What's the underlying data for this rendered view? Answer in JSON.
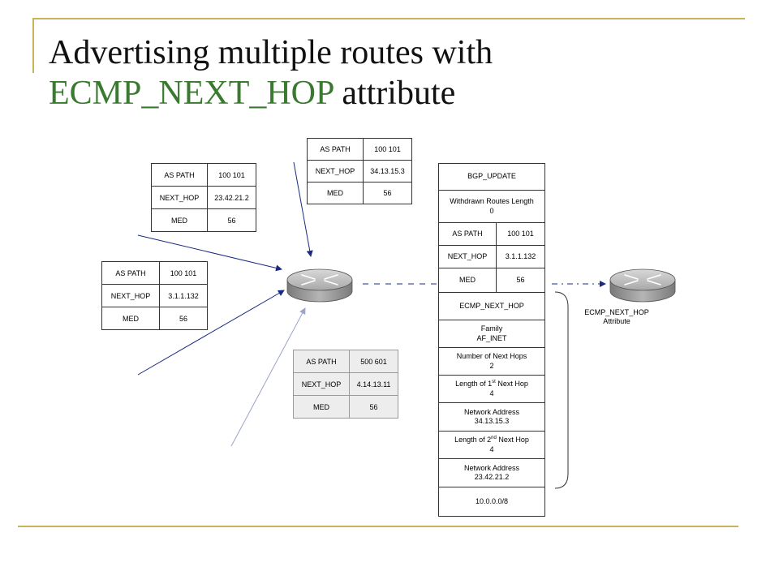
{
  "slide": {
    "title_line1": "Advertising multiple routes with",
    "title_accent": "ECMP_NEXT_HOP",
    "title_tail": " attribute"
  },
  "route_top": {
    "as_path_label": "AS PATH",
    "as_path": "100  101",
    "next_hop_label": "NEXT_HOP",
    "next_hop": "34.13.15.3",
    "med_label": "MED",
    "med": "56"
  },
  "route_left_upper": {
    "as_path_label": "AS PATH",
    "as_path": "100  101",
    "next_hop_label": "NEXT_HOP",
    "next_hop": "23.42.21.2",
    "med_label": "MED",
    "med": "56"
  },
  "route_left_lower": {
    "as_path_label": "AS PATH",
    "as_path": "100  101",
    "next_hop_label": "NEXT_HOP",
    "next_hop": "3.1.1.132",
    "med_label": "MED",
    "med": "56"
  },
  "route_gray": {
    "as_path_label": "AS PATH",
    "as_path": "500  601",
    "next_hop_label": "NEXT_HOP",
    "next_hop": "4.14.13.11",
    "med_label": "MED",
    "med": "56"
  },
  "update": {
    "header": "BGP_UPDATE",
    "withdrawn_label": "Withdrawn Routes Length",
    "withdrawn_value": "0",
    "as_path_label": "AS PATH",
    "as_path": "100  101",
    "next_hop_label": "NEXT_HOP",
    "next_hop": "3.1.1.132",
    "med_label": "MED",
    "med": "56",
    "ecmp": "ECMP_NEXT_HOP",
    "family_label": "Family",
    "family_value": "AF_INET",
    "num_hops_label": "Number of Next Hops",
    "num_hops_value": "2",
    "len1_a": "Length of 1",
    "len1_sup": "st",
    "len1_b": " Next Hop",
    "len1_value": "4",
    "addr1_label": "Network Address",
    "addr1_value": "34.13.15.3",
    "len2_a": "Length of 2",
    "len2_sup": "nd",
    "len2_b": " Next Hop",
    "len2_value": "4",
    "addr2_label": "Network Address",
    "addr2_value": "23.42.21.2",
    "prefix": "10.0.0.0/8"
  },
  "annotation": {
    "line1": "ECMP_NEXT_HOP",
    "line2": "Attribute"
  },
  "colors": {
    "accent_green": "#3a7a30",
    "rule_gold": "#c8b35a",
    "arrow_navy": "#1a2a80",
    "router_body": "#9c9c9c"
  }
}
